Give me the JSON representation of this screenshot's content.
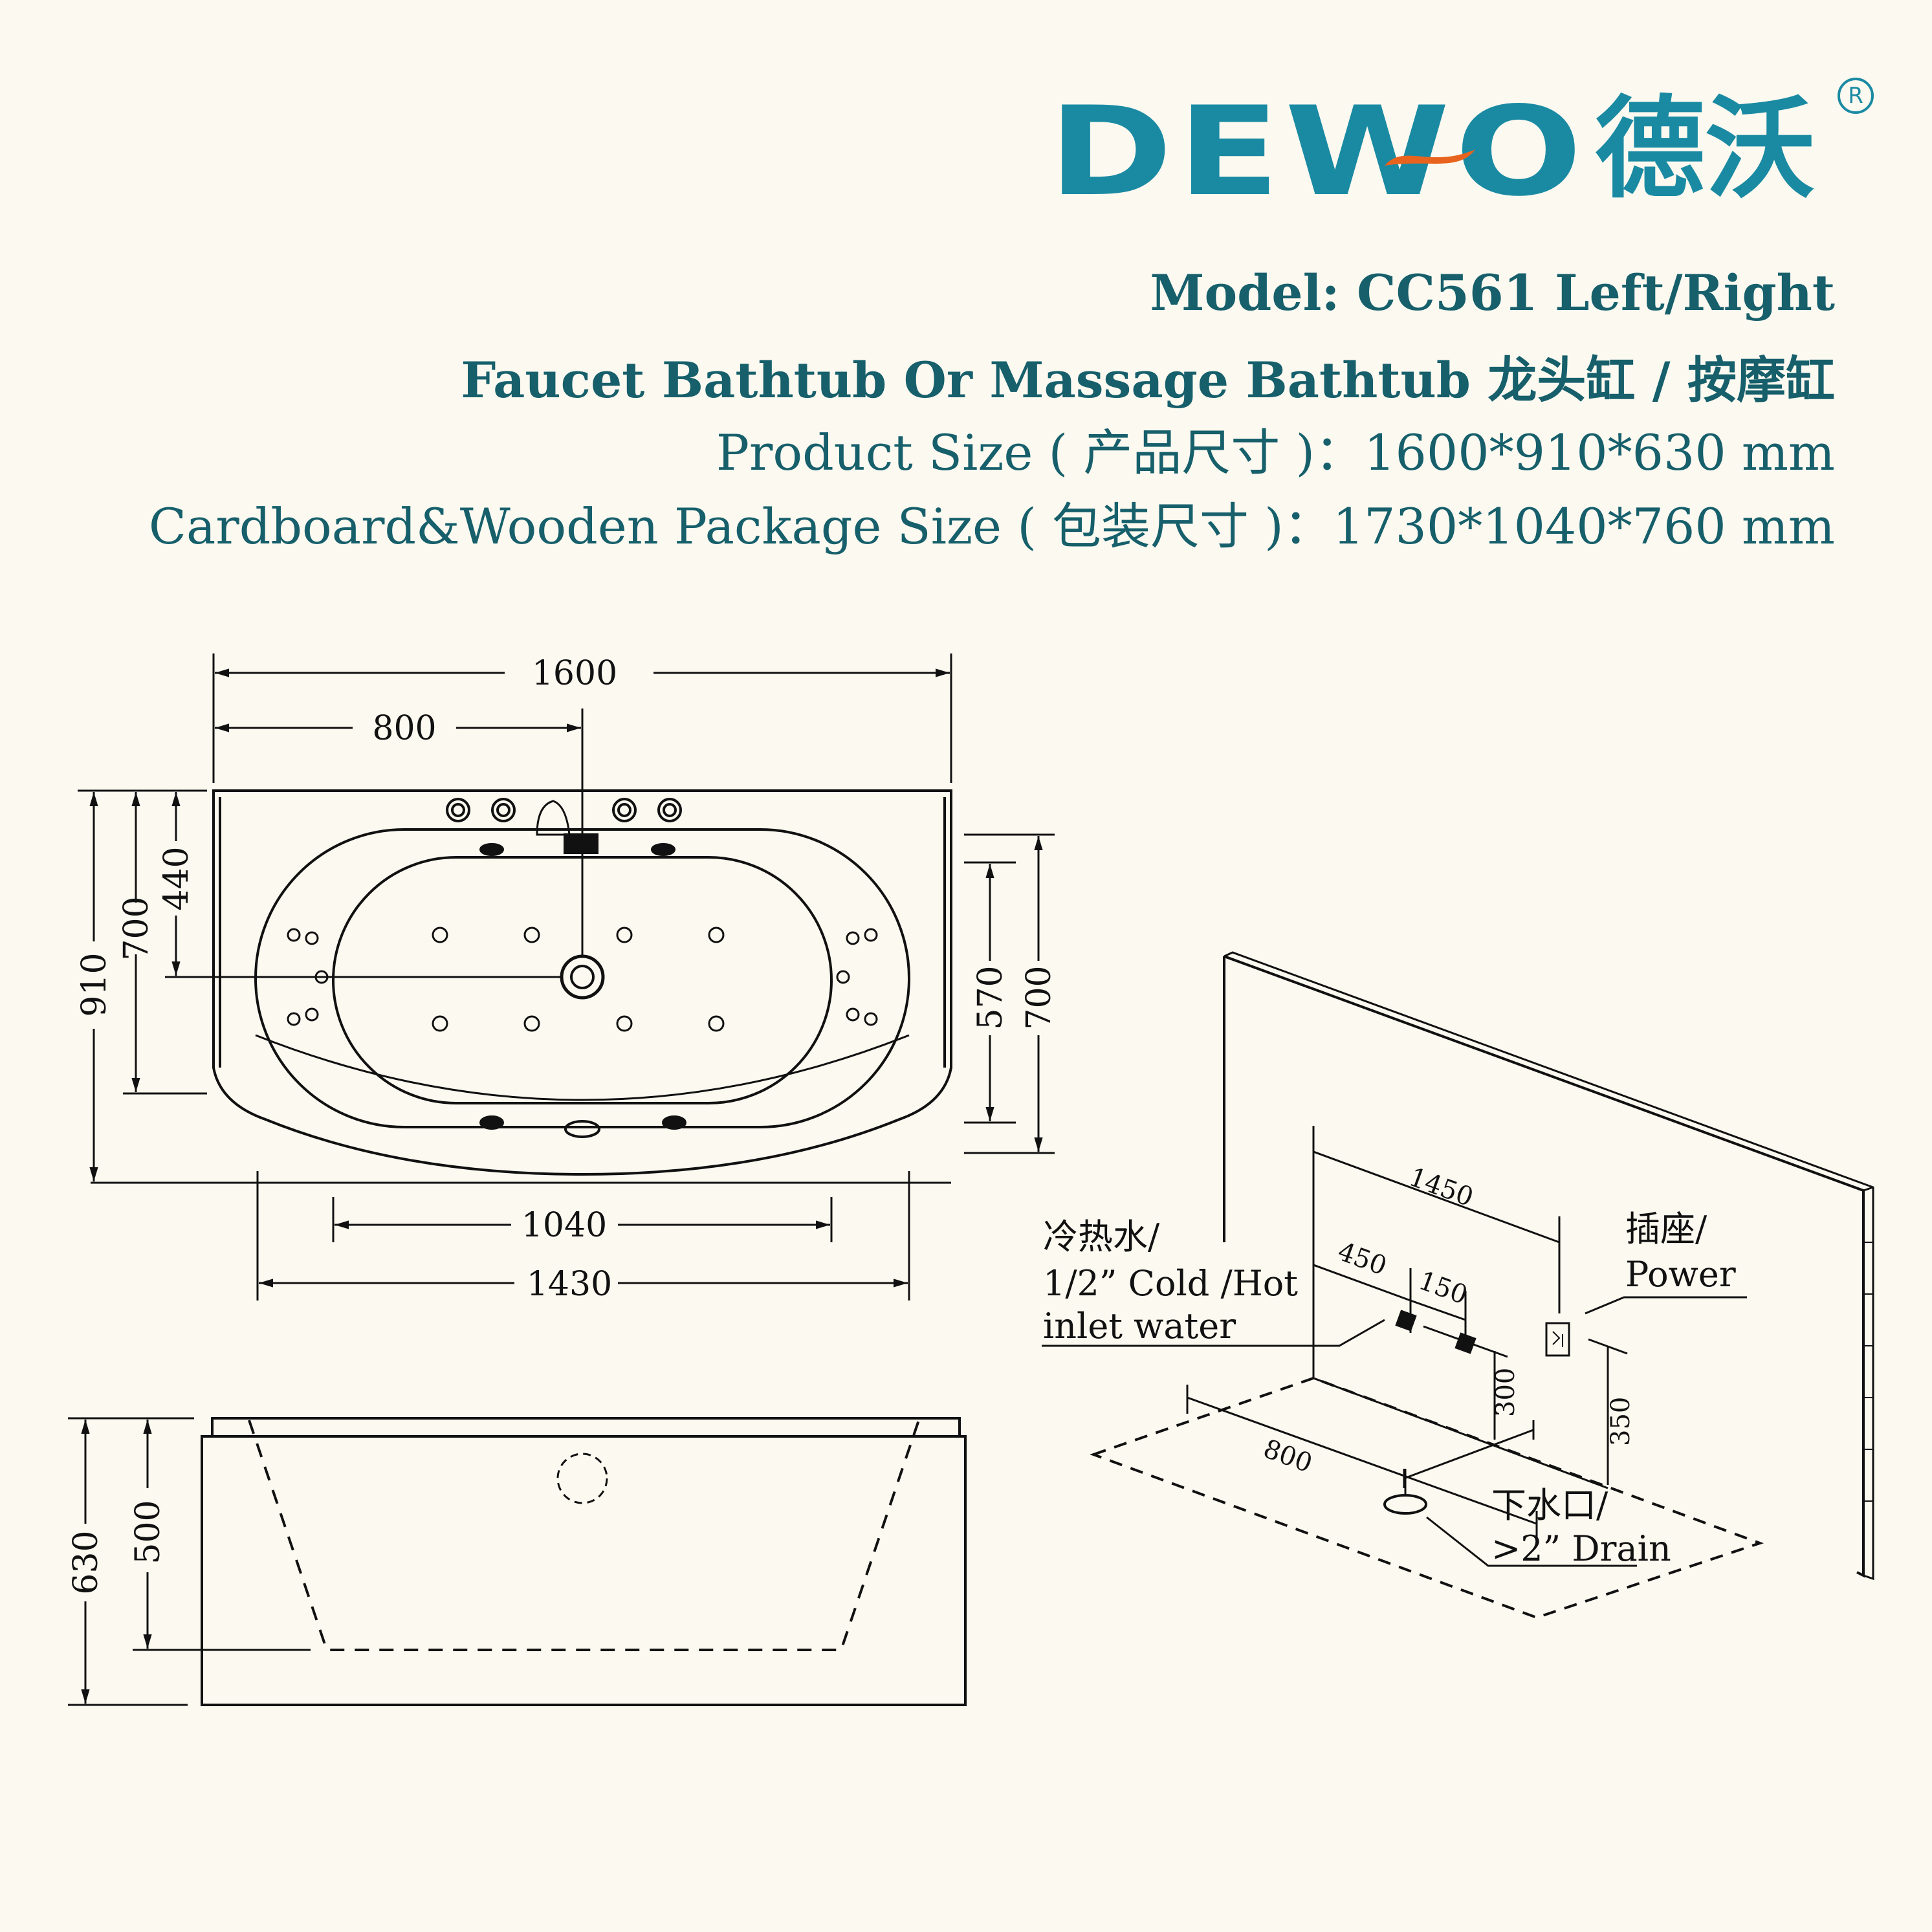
{
  "brand": {
    "logo_latin": "DEWO",
    "logo_cjk": "德沃",
    "registered": "R",
    "teal": "#1a8aa3",
    "orange": "#e8641e"
  },
  "header": {
    "model": "Model: CC561 Left/Right",
    "product_line": "Faucet Bathtub Or Massage Bathtub 龙头缸 / 按摩缸",
    "product_size": "Product Size ( 产品尺寸 )：1600*910*630 mm",
    "package_size": "Cardboard&Wooden Package Size ( 包装尺寸 )：1730*1040*760 mm",
    "text_color": "#165f6b"
  },
  "top_view": {
    "dims": {
      "overall_length": "1600",
      "half_length": "800",
      "overall_width": "910",
      "inner_width": "700",
      "drain_offset": "440",
      "right_inner": "570",
      "right_outer": "700",
      "basin_length": "1040",
      "rim_length": "1430"
    }
  },
  "side_view": {
    "dims": {
      "total_height": "630",
      "inner_depth": "500"
    }
  },
  "install_view": {
    "dims": {
      "wall_span": "1450",
      "water_offset": "450",
      "water_spacing": "150",
      "water_height": "300",
      "power_height": "350",
      "drain_distance": "800"
    },
    "labels": {
      "water_cn": "冷热水/",
      "water_en_1": "1/2” Cold /Hot",
      "water_en_2": "inlet water",
      "power_cn": "插座/",
      "power_en": "Power",
      "drain_cn": "下水口/",
      "drain_en": ">2” Drain"
    }
  }
}
